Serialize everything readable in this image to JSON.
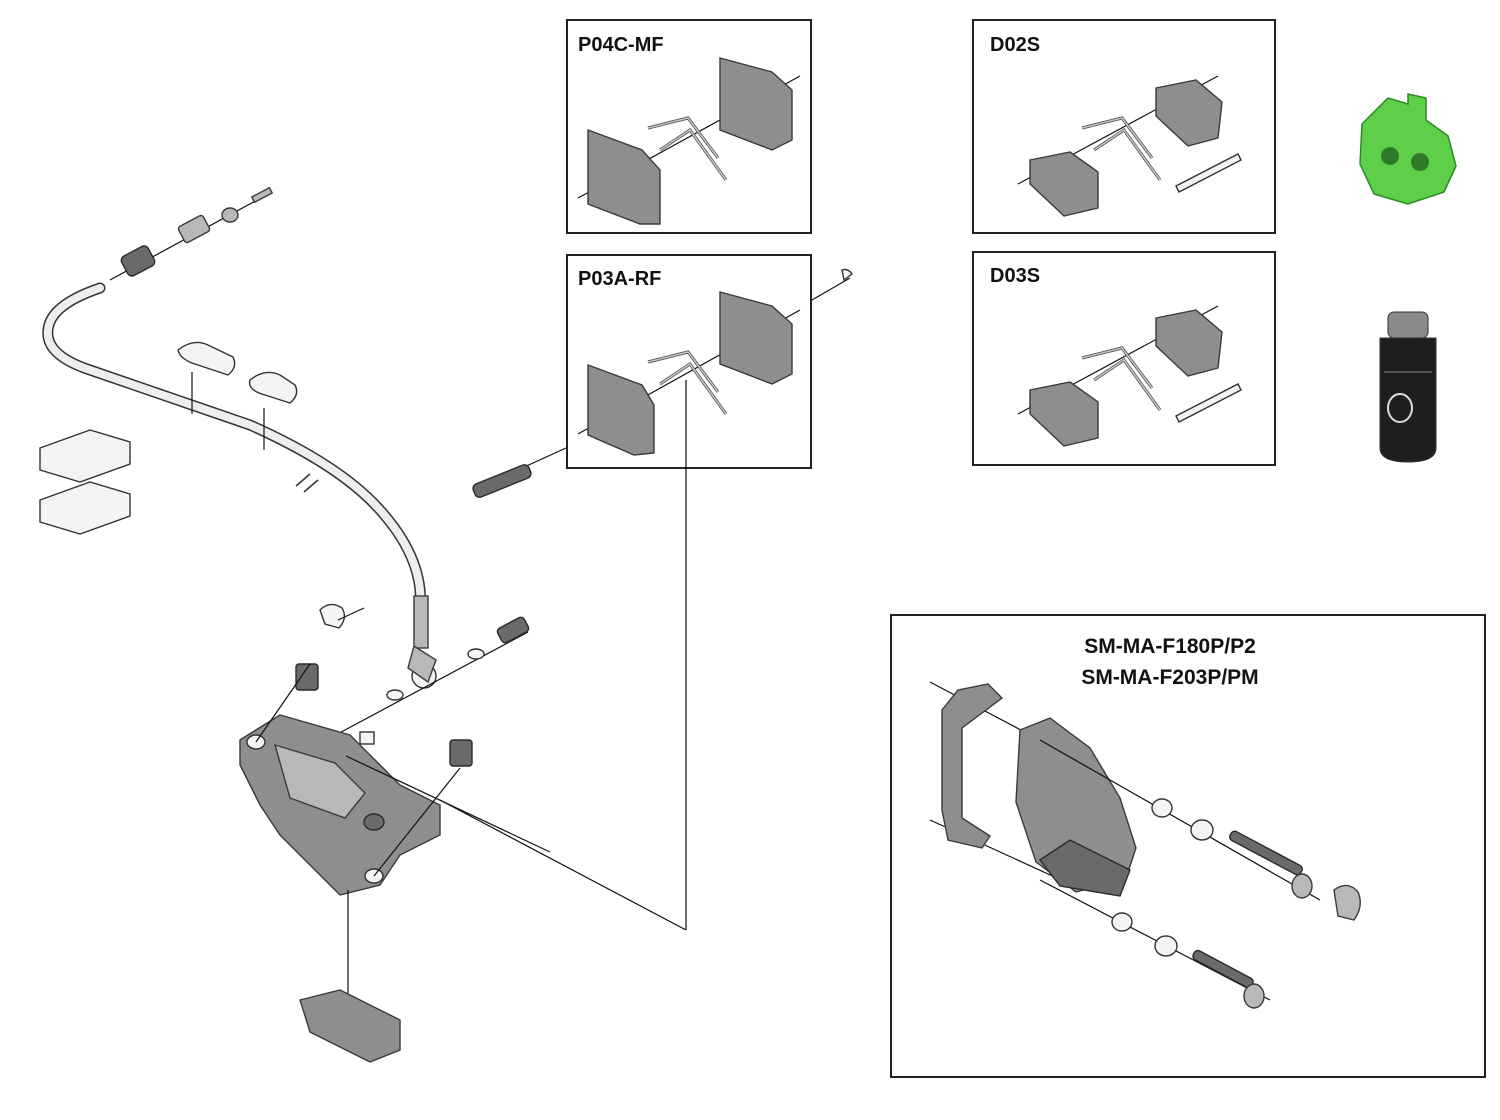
{
  "boxes": {
    "p04c": {
      "title": "P04C-MF"
    },
    "p03a": {
      "title": "P03A-RF"
    },
    "d02s": {
      "title": "D02S"
    },
    "d03s": {
      "title": "D03S"
    },
    "adapter": {
      "title_line1": "SM-MA-F180P/P2",
      "title_line2": "SM-MA-F203P/PM"
    }
  },
  "colors": {
    "line": "#111111",
    "part": "#8e8e8e",
    "highlight": "#5fcf4a"
  }
}
